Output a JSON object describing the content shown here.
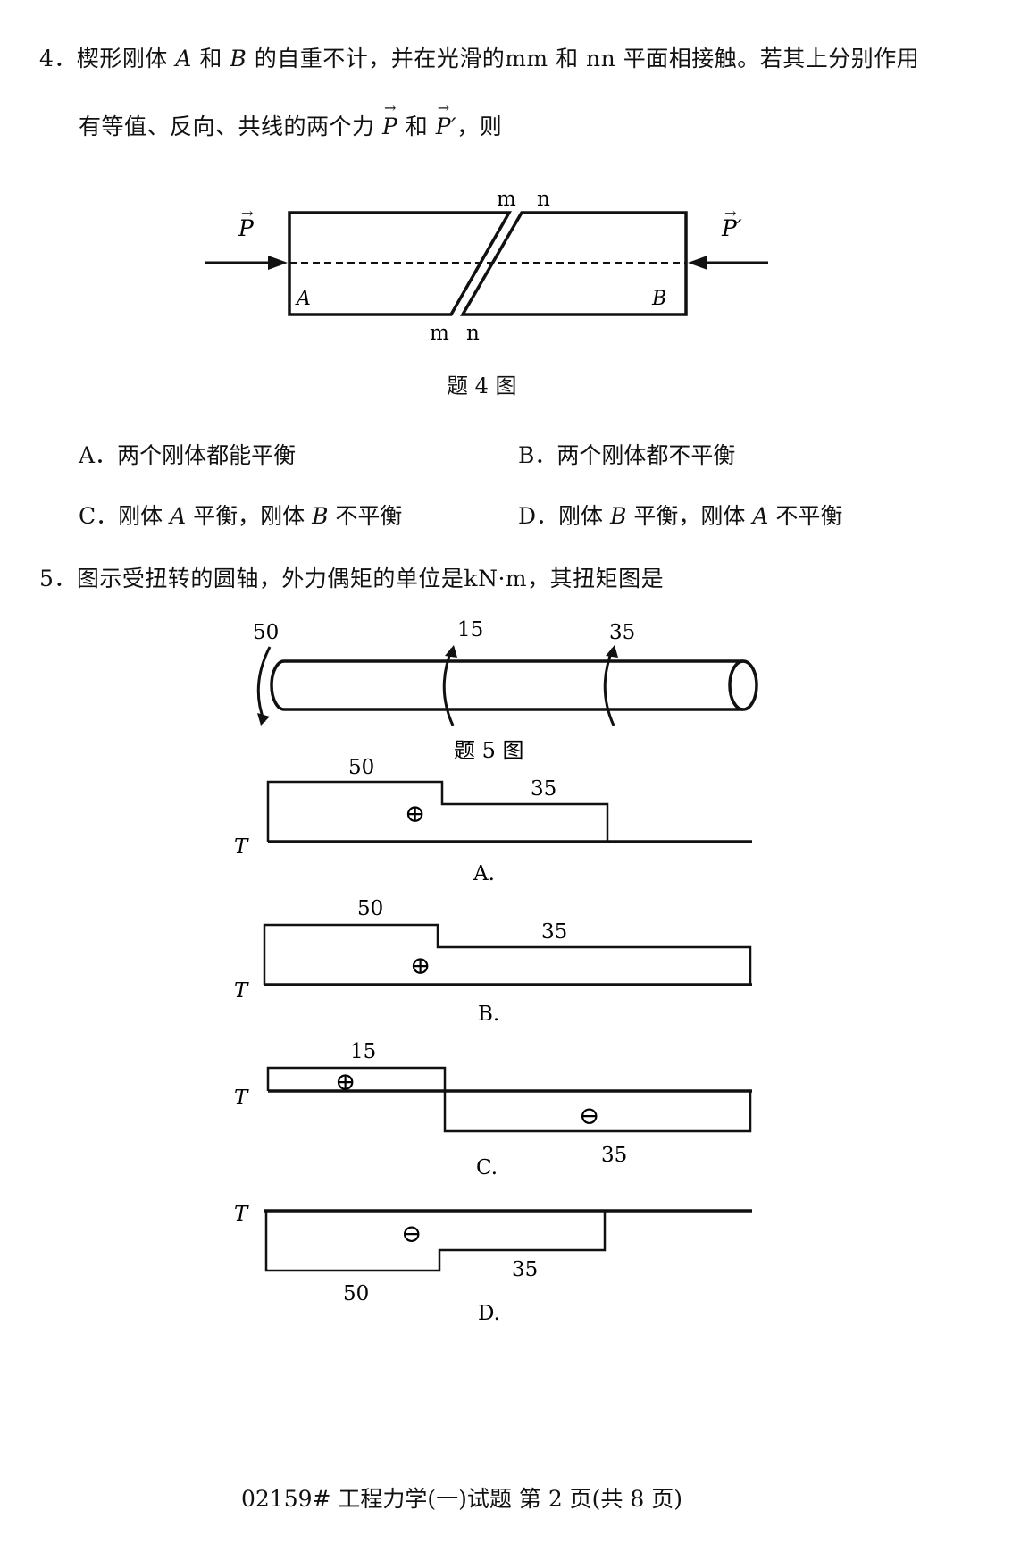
{
  "q4": {
    "number": "4．",
    "line1_a": "楔形刚体",
    "body_a": "A",
    "line1_b": "和",
    "body_b": "B",
    "line1_c": "的自重不计，并在光滑的",
    "plane_mm": "mm",
    "line1_d": "和",
    "plane_nn": "nn",
    "line1_e": "平面相接触。若其上分别作用",
    "line2_a": "有等值、反向、共线的两个力",
    "force_p": "P",
    "line2_b": "和",
    "force_p_prime": "P′",
    "line2_c": "，则",
    "figure": {
      "label_m": "m",
      "label_n": "n",
      "label_A": "A",
      "label_B": "B",
      "force_left": "P",
      "force_right": "P′"
    },
    "caption": "题 4 图",
    "options": {
      "A": {
        "letter": "A．",
        "text": "两个刚体都能平衡"
      },
      "B": {
        "letter": "B．",
        "text": "两个刚体都不平衡"
      },
      "C": {
        "letter": "C．",
        "p1": "刚体",
        "b1": "A",
        "p2": "平衡，刚体",
        "b2": "B",
        "p3": "不平衡"
      },
      "D": {
        "letter": "D．",
        "p1": "刚体",
        "b1": "B",
        "p2": "平衡，刚体",
        "b2": "A",
        "p3": "不平衡"
      }
    }
  },
  "q5": {
    "number": "5．",
    "text_a": "图示受扭转的圆轴，外力偶矩的单位是",
    "unit": "kN·m",
    "text_b": "，其扭矩图是",
    "shaft": {
      "m1": "50",
      "m2": "15",
      "m3": "35"
    },
    "caption": "题 5 图",
    "diagrams": [
      {
        "option": "A.",
        "axis": "T",
        "v1": "50",
        "v2": "35",
        "sign": "⊕"
      },
      {
        "option": "B.",
        "axis": "T",
        "v1": "50",
        "v2": "35",
        "sign": "⊕"
      },
      {
        "option": "C.",
        "axis": "T",
        "v1": "15",
        "v2": "35",
        "sign_pos": "⊕",
        "sign_neg": "⊖"
      },
      {
        "option": "D.",
        "axis": "T",
        "v1": "50",
        "v2": "35",
        "sign": "⊖"
      }
    ]
  },
  "footer": "02159# 工程力学(一)试题 第 2 页(共 8 页)"
}
